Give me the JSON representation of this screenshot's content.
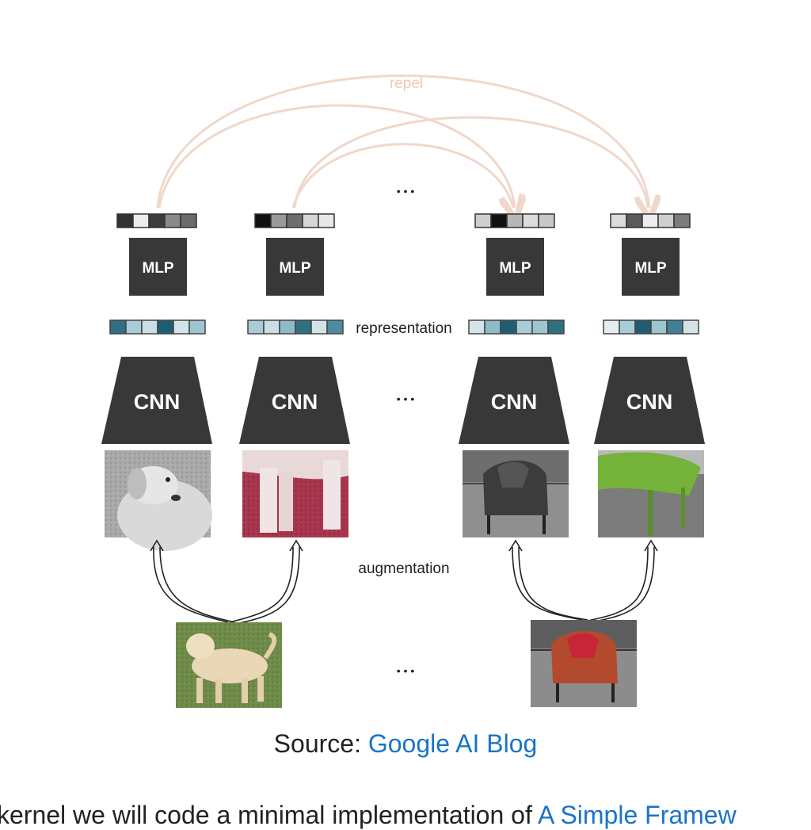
{
  "diagram": {
    "repel_label": "repel",
    "representation_label": "representation",
    "augmentation_label": "augmentation",
    "ellipsis": "• • •",
    "mlp_label": "MLP",
    "cnn_label": "CNN",
    "colors": {
      "block": "#383838",
      "repel_arrow": "#efd8cb",
      "teal_dark": "#1f5e72",
      "teal_mid": "#4b8d9f",
      "teal_light": "#a9cdd6",
      "gray_dark": "#555555",
      "gray_light": "#d9d9d9"
    }
  },
  "caption": {
    "prefix": "Source: ",
    "link": "Google AI Blog"
  },
  "body": {
    "text": "kernel we will code a minimal implementation of ",
    "link": "A Simple Framew"
  }
}
